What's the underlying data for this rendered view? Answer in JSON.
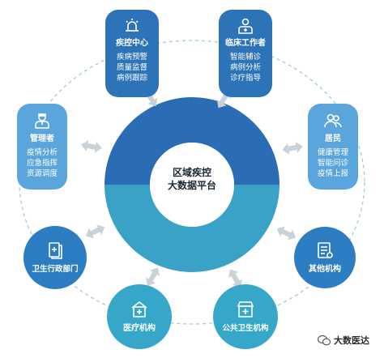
{
  "center": {
    "line1": "区域疾控",
    "line2": "大数据平台"
  },
  "nodes": {
    "cdc": {
      "title": "疾控中心",
      "items": [
        "疾病预警",
        "质量监督",
        "病例跟踪"
      ],
      "icon": "alarm-icon"
    },
    "clinician": {
      "title": "临床工作者",
      "items": [
        "智能辅诊",
        "病例分析",
        "诊疗指导"
      ],
      "icon": "doctor-icon"
    },
    "manager": {
      "title": "管理者",
      "items": [
        "疫情分析",
        "应急指挥",
        "资源调度"
      ],
      "icon": "manager-icon"
    },
    "residents": {
      "title": "居民",
      "items": [
        "健康管理",
        "智能问诊",
        "疫情上报"
      ],
      "icon": "people-icon"
    },
    "health_admin": {
      "title": "卫生行政部门",
      "icon": "document-icon"
    },
    "other_org": {
      "title": "其他机构",
      "icon": "report-icon"
    },
    "medical_org": {
      "title": "医疗机构",
      "icon": "hospital-icon"
    },
    "public_health": {
      "title": "公共卫生机构",
      "icon": "clinic-icon"
    }
  },
  "watermark": {
    "text": "大数医达",
    "icon": "wechat-icon"
  },
  "colors": {
    "ring_dark": "#2a6db5",
    "ring_teal": "#3aa2c6",
    "pill_dark": "#2c73b8",
    "pill_light": "#5aa5db",
    "circle_dark": "#2c7dc2",
    "circle_teal": "#36a7c9",
    "dashed": "#9fc9df",
    "arrow": "#c9d2d8"
  }
}
